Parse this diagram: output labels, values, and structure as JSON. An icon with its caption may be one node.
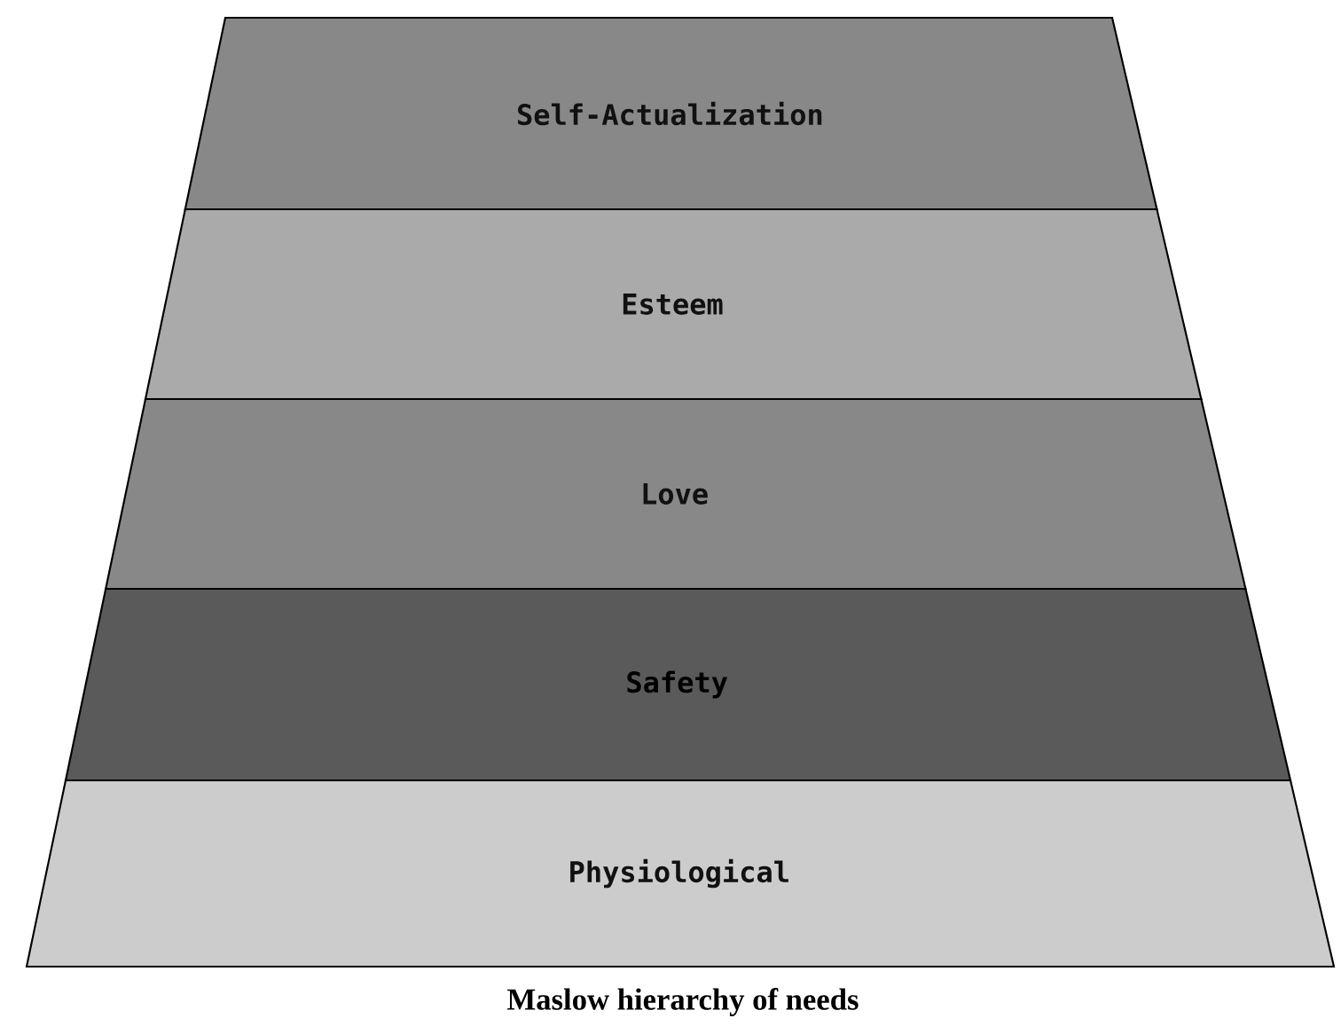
{
  "diagram": {
    "caption": "Maslow hierarchy of needs",
    "nodes": [
      {
        "text": [
          "Self-Actualization"
        ]
      },
      {
        "text": [
          "Esteem"
        ]
      },
      {
        "text": [
          "Love"
        ]
      },
      {
        "text": [
          "Safety"
        ]
      },
      {
        "text": [
          "Physiological"
        ]
      }
    ]
  }
}
